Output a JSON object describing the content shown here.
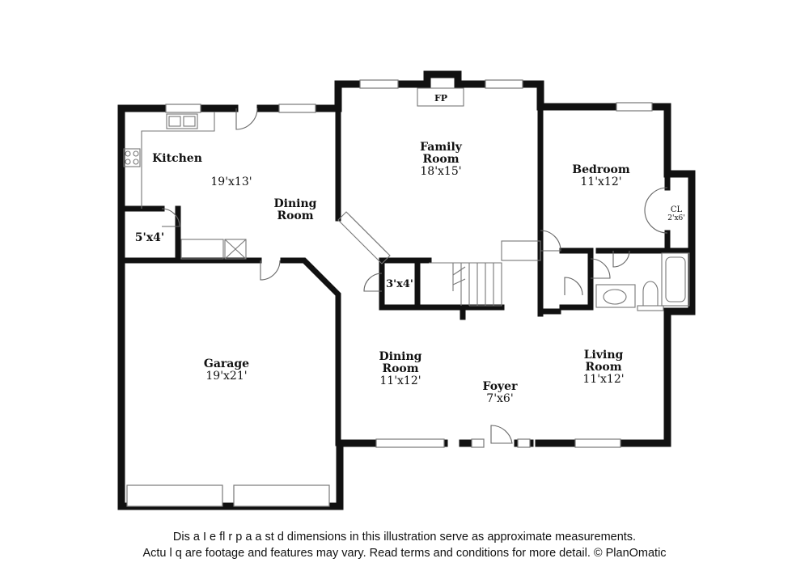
{
  "rooms": {
    "kitchen": {
      "name": "Kitchen",
      "dim": "19'x13'"
    },
    "dining_upper": {
      "name_line1": "Dining",
      "name_line2": "Room"
    },
    "family_room": {
      "name_line1": "Family",
      "name_line2": "Room",
      "dim": "18'x15'",
      "fireplace": "FP"
    },
    "bedroom": {
      "name": "Bedroom",
      "dim": "11'x12'"
    },
    "closet": {
      "name": "CL",
      "dim": "2'x6'"
    },
    "pantry": {
      "dim": "5'x4'"
    },
    "hall_closet": {
      "dim": "3'x4'"
    },
    "garage": {
      "name": "Garage",
      "dim": "19'x21'"
    },
    "dining_lower": {
      "name_line1": "Dining",
      "name_line2": "Room",
      "dim": "11'x12'"
    },
    "foyer": {
      "name": "Foyer",
      "dim": "7'x6'"
    },
    "living_room": {
      "name_line1": "Living",
      "name_line2": "Room",
      "dim": "11'x12'"
    }
  },
  "disclaimer": {
    "line1": "Dis  a    I  e fl   r p  a  a   st  d dimensions in this illustration serve as approximate measurements.",
    "line2": "Actu   l  q  are footage and features may vary. Read terms and conditions for more detail. © PlanOmatic"
  },
  "colors": {
    "wall": "#111111",
    "background": "#ffffff",
    "fixture": "#888888"
  }
}
